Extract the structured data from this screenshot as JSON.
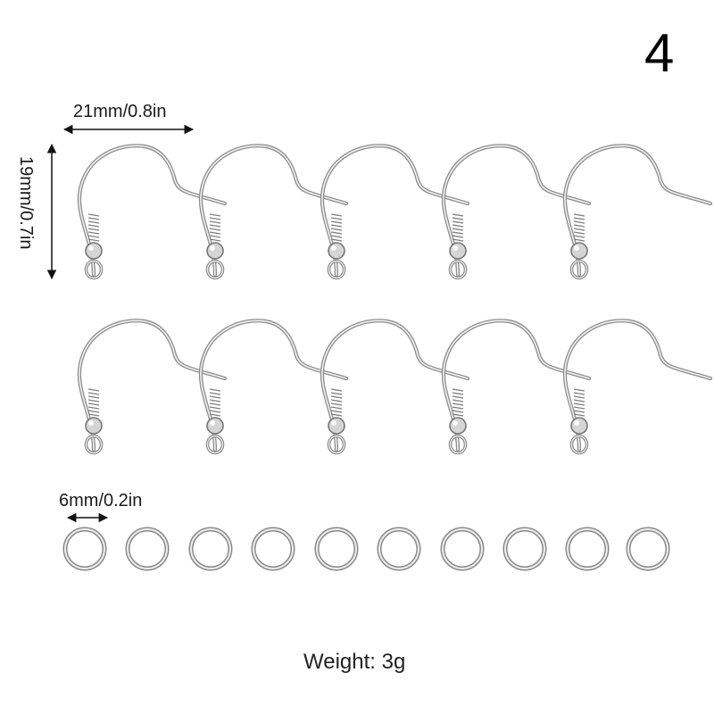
{
  "product": {
    "count_label": "4",
    "hook_width": "21mm/0.8in",
    "hook_height": "19mm/0.7in",
    "ring_diameter": "6mm/0.2in",
    "weight": "Weight: 3g",
    "hooks_shown": 10,
    "rings_shown": 10
  },
  "colors": {
    "background": "#ffffff",
    "metal_dark": "#8a8a8a",
    "metal_light": "#e9e9e9",
    "annotation": "#111111"
  }
}
